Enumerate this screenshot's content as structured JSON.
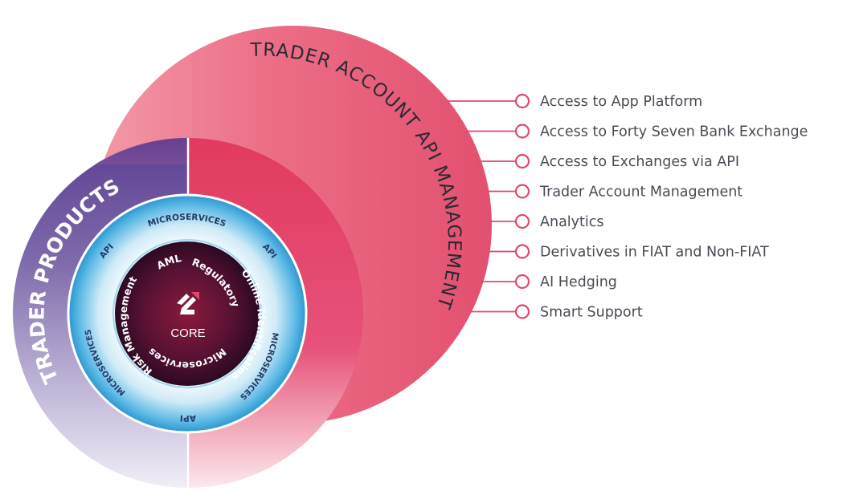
{
  "diagram": {
    "outer_title": "TRADER ACCOUNT API MANAGEMENT",
    "left_title": "TRADER PRODUCTS",
    "core_label": "CORE",
    "ring_labels": {
      "top": "MICROSERVICES",
      "right": "MICROSERVICES",
      "left": "MICROSERVICES",
      "api_left": "API",
      "api_right": "API",
      "api_bottom": "API"
    },
    "inner_labels": {
      "aml": "AML",
      "regulatory": "Regulatory",
      "online_identification": "Online identification",
      "microservices": "Microservices",
      "risk_management": "Risk Management"
    },
    "features": [
      "Access to App Platform",
      "Access to Forty Seven Bank Exchange",
      "Access to Exchanges via API",
      "Trader Account Management",
      "Analytics",
      "Derivatives in FIAT and Non-FIAT",
      "AI Hedging",
      "Smart Support"
    ],
    "colors": {
      "accent": "#e0486b",
      "purple": "#5a3c8f",
      "core_dark": "#3c0f2a",
      "ring_blue": "#2e9fd6",
      "text": "#4a4a55"
    }
  }
}
